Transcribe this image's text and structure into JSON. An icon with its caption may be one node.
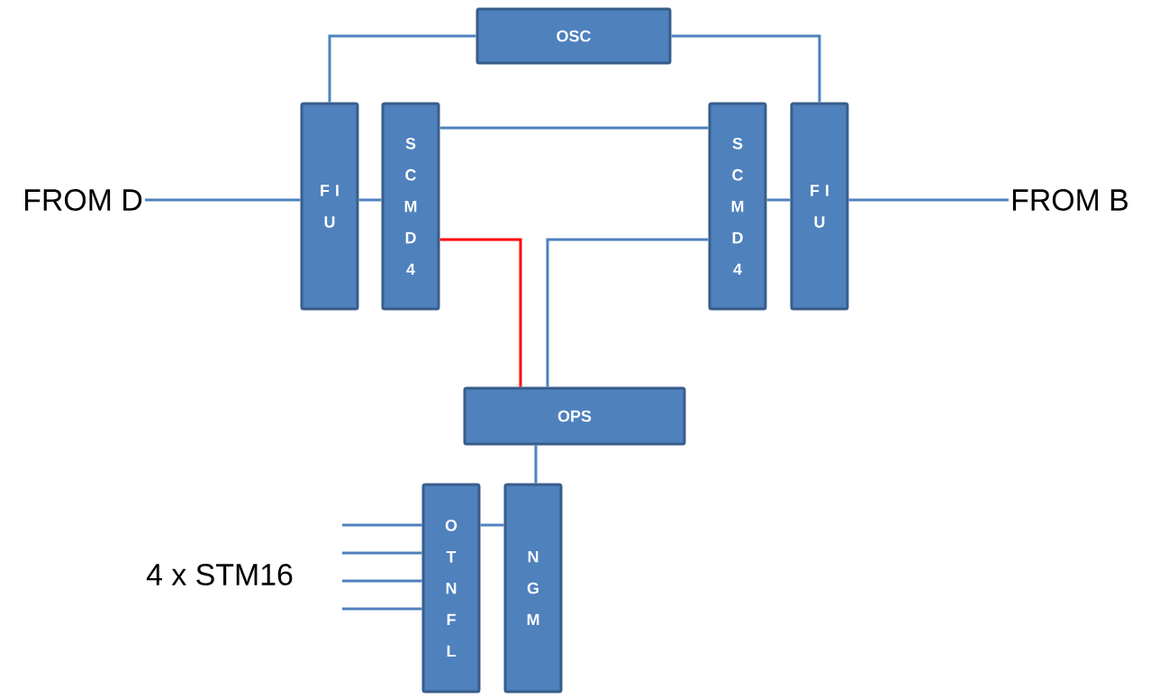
{
  "diagram": {
    "nodes": [
      {
        "text": [
          "OSC"
        ]
      },
      {
        "text": [
          "F I U"
        ]
      },
      {
        "text": [
          "S C M D 4"
        ]
      },
      {
        "text": [
          "S C M D 4"
        ]
      },
      {
        "text": [
          "F I U"
        ]
      },
      {
        "text": [
          "FROM D"
        ]
      },
      {
        "text": [
          "FROM B"
        ]
      },
      {
        "text": [
          "OPS"
        ]
      },
      {
        "text": [
          "O T N F L"
        ]
      },
      {
        "text": [
          "N G M"
        ]
      }
    ],
    "edges": [
      {
        "from": 0,
        "to": 1,
        "arrow": "none"
      },
      {
        "from": 0,
        "to": 4,
        "arrow": "none"
      },
      {
        "from": 5,
        "to": 1,
        "arrow": "none"
      },
      {
        "from": 1,
        "to": 2,
        "arrow": "none"
      },
      {
        "from": 2,
        "to": 3,
        "arrow": "none"
      },
      {
        "from": 3,
        "to": 4,
        "arrow": "none"
      },
      {
        "from": 4,
        "to": 6,
        "arrow": "none"
      },
      {
        "from": 2,
        "to": 7,
        "arrow": "none",
        "color": "#ff0000"
      },
      {
        "from": 3,
        "to": 7,
        "arrow": "none"
      },
      {
        "from": 7,
        "to": 9,
        "arrow": "none"
      },
      {
        "from": 8,
        "to": 9,
        "arrow": "none"
      },
      {
        "from": null,
        "to": 8,
        "arrow": "none"
      },
      {
        "from": null,
        "to": 8,
        "arrow": "none"
      },
      {
        "from": null,
        "to": 8,
        "arrow": "none"
      },
      {
        "from": null,
        "to": 8,
        "arrow": "none"
      }
    ],
    "labels": [
      "4 x STM16"
    ]
  }
}
